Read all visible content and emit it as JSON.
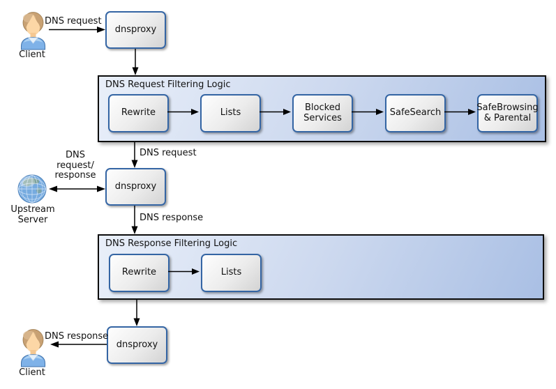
{
  "colors": {
    "node_border": "#3465a4",
    "node_fill_start": "#fefefe",
    "node_fill_end": "#d3d3d3",
    "container_border": "#0d0d0d",
    "container_fill_start": "#e9eff9",
    "container_fill_end": "#a9bfe4",
    "arrow": "#000000"
  },
  "actors": {
    "client_top": {
      "label": "Client",
      "icon": "person-icon"
    },
    "upstream": {
      "label": "Upstream Server",
      "icon": "globe-icon"
    },
    "client_bottom": {
      "label": "Client",
      "icon": "person-icon"
    }
  },
  "proxies": {
    "top": {
      "label": "dnsproxy"
    },
    "middle": {
      "label": "dnsproxy"
    },
    "bottom": {
      "label": "dnsproxy"
    }
  },
  "containers": [
    {
      "title": "DNS Request Filtering Logic",
      "steps": [
        "Rewrite",
        "Lists",
        "Blocked Services",
        "SafeSearch",
        "SafeBrowsing & Parental"
      ]
    },
    {
      "title": "DNS Response Filtering Logic",
      "steps": [
        "Rewrite",
        "Lists"
      ]
    }
  ],
  "edge_labels": {
    "request_top": "DNS request",
    "request_middle": "DNS request",
    "upstream_lines": [
      "DNS",
      "request/",
      "response"
    ],
    "response_middle": "DNS response",
    "response_bottom": "DNS response"
  }
}
